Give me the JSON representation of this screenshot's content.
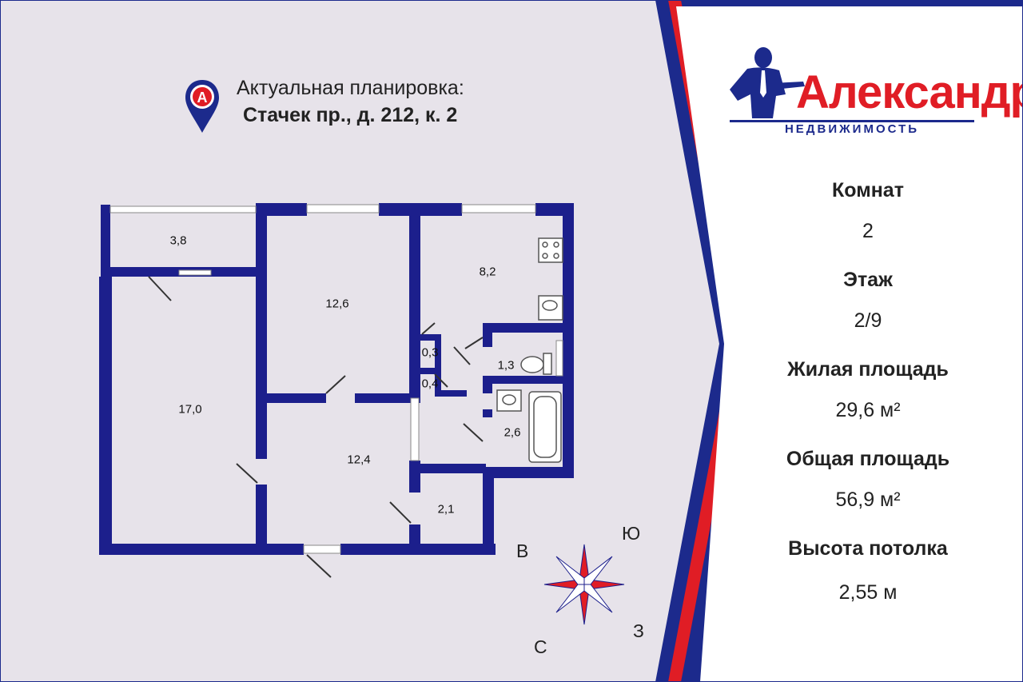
{
  "header": {
    "line1": "Актуальная планировка:",
    "line2": "Стачек пр., д. 212, к. 2",
    "pin_letter": "A"
  },
  "brand": {
    "name": "Александр",
    "subtitle": "НЕДВИЖИМОСТЬ",
    "logo_icon": "man-figure-icon"
  },
  "info": [
    {
      "label": "Комнат",
      "value": "2"
    },
    {
      "label": "Этаж",
      "value": "2/9"
    },
    {
      "label": "Жилая площадь",
      "value": "29,6 м²"
    },
    {
      "label": "Общая площадь",
      "value": "56,9 м²"
    },
    {
      "label": "Высота потолка",
      "value": "2,55 м"
    }
  ],
  "rooms": {
    "balcony": "3,8",
    "room_left": "17,0",
    "room_center": "12,6",
    "kitchen": "8,2",
    "hall": "12,4",
    "closet_a": "0,3",
    "closet_b": "0,4",
    "toilet": "1,3",
    "bathroom": "2,6",
    "storage": "2,1"
  },
  "compass": {
    "w": "В",
    "s": "Ю",
    "n": "С",
    "e": "З"
  },
  "colors": {
    "wall": "#1c1f8c",
    "red": "#e01d25",
    "blue": "#1c2a8c",
    "background": "#e7e3ea"
  }
}
